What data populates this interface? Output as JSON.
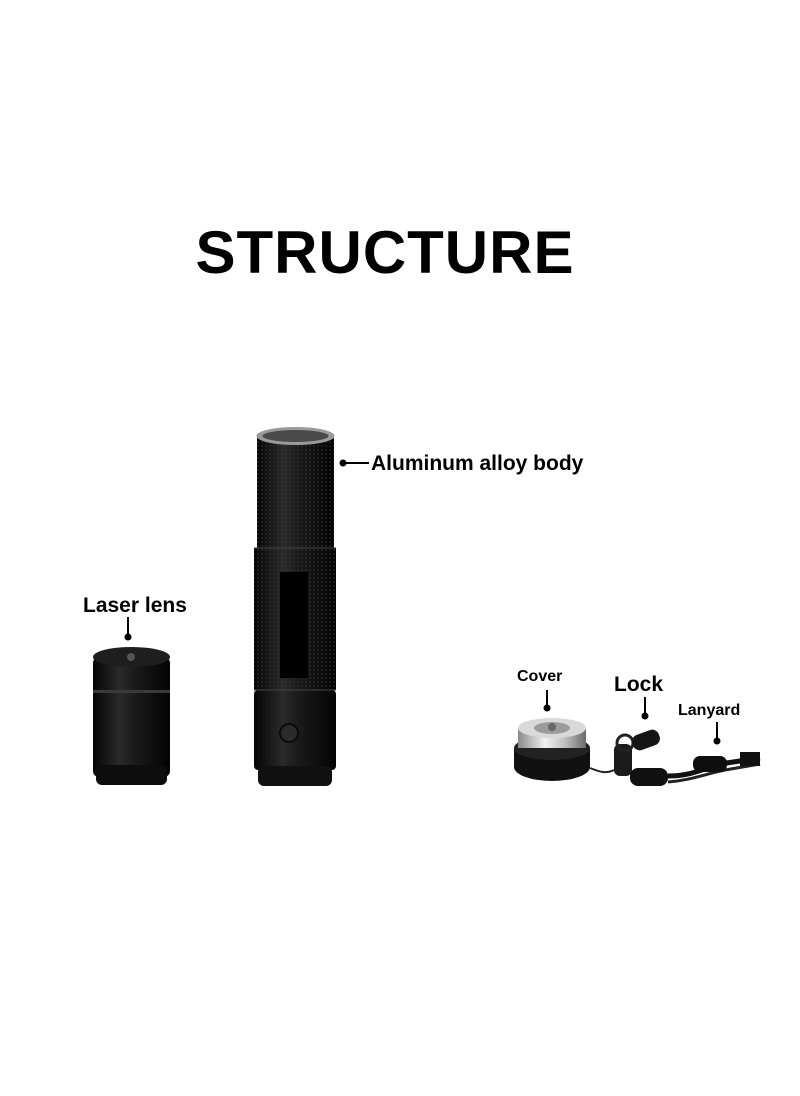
{
  "title": "STRUCTURE",
  "labels": {
    "body": "Aluminum alloy body",
    "lens": "Laser lens",
    "cover": "Cover",
    "lock": "Lock",
    "lanyard": "Lanyard"
  }
}
